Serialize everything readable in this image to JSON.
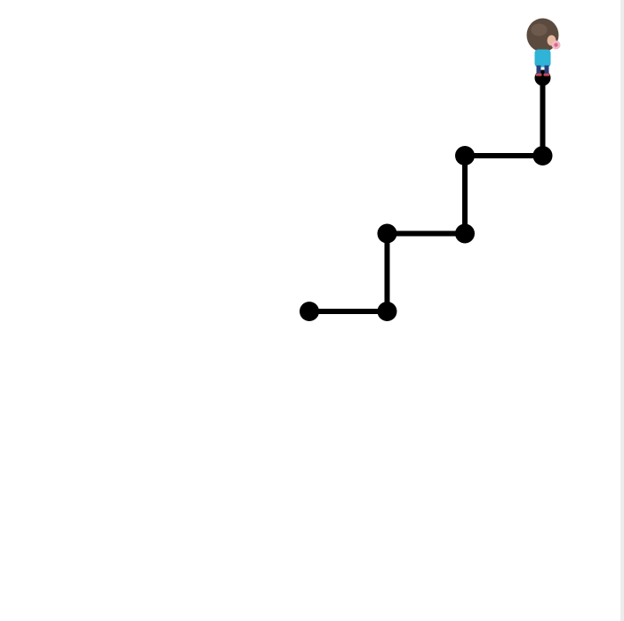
{
  "scene": {
    "background_color": "#ffffff",
    "gutter_color": "#ececec",
    "path_color": "#000000",
    "path_points": [
      {
        "col": 0,
        "row": 0
      },
      {
        "col": 1,
        "row": 0
      },
      {
        "col": 1,
        "row": 1
      },
      {
        "col": 2,
        "row": 1
      },
      {
        "col": 2,
        "row": 2
      },
      {
        "col": 3,
        "row": 2
      },
      {
        "col": 3,
        "row": 3
      }
    ],
    "avatar": {
      "icon": "character-avatar-icon",
      "at_point_index": 6
    }
  }
}
